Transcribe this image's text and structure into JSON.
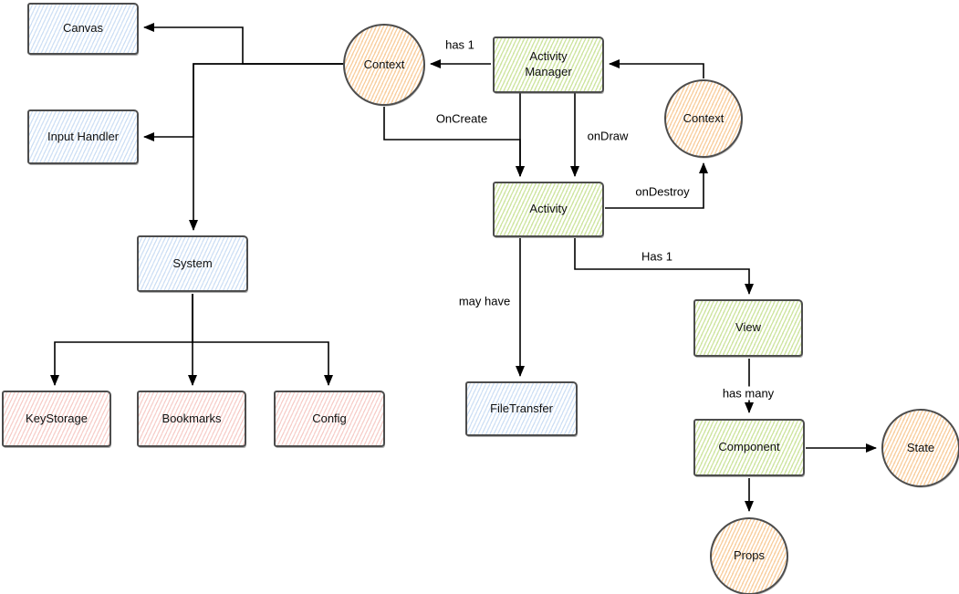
{
  "diagram": {
    "type": "flow-diagram-sketch-style",
    "colors": {
      "blue_fill": "#dae8fc",
      "green_fill": "#d5e8d4",
      "pink_fill": "#f8cecc",
      "orange_fill": "#ffe6cc",
      "shape_stroke": "#4d4d4d",
      "edge_stroke": "#000000",
      "background": "#ffffff"
    },
    "nodes": {
      "canvas": {
        "label": "Canvas",
        "shape": "rectangle",
        "color": "blue"
      },
      "input_handler": {
        "label": "Input Handler",
        "shape": "rectangle",
        "color": "blue"
      },
      "system": {
        "label": "System",
        "shape": "rectangle",
        "color": "blue"
      },
      "keystorage": {
        "label": "KeyStorage",
        "shape": "rectangle",
        "color": "pink"
      },
      "bookmarks": {
        "label": "Bookmarks",
        "shape": "rectangle",
        "color": "pink"
      },
      "config": {
        "label": "Config",
        "shape": "rectangle",
        "color": "pink"
      },
      "context_left": {
        "label": "Context",
        "shape": "circle",
        "color": "orange"
      },
      "activity_manager": {
        "label": "Activity Manager",
        "shape": "rectangle",
        "color": "green"
      },
      "context_right": {
        "label": "Context",
        "shape": "circle",
        "color": "orange"
      },
      "activity": {
        "label": "Activity",
        "shape": "rectangle",
        "color": "green"
      },
      "filetransfer": {
        "label": "FileTransfer",
        "shape": "rectangle",
        "color": "blue"
      },
      "view": {
        "label": "View",
        "shape": "rectangle",
        "color": "green"
      },
      "component": {
        "label": "Component",
        "shape": "rectangle",
        "color": "green"
      },
      "state": {
        "label": "State",
        "shape": "circle",
        "color": "orange"
      },
      "props": {
        "label": "Props",
        "shape": "circle",
        "color": "orange"
      }
    },
    "edges": {
      "context_to_canvas": {
        "from": "context_left",
        "to": "canvas",
        "label": ""
      },
      "context_to_input_handler": {
        "from": "context_left",
        "to": "input_handler",
        "label": ""
      },
      "context_to_system": {
        "from": "context_left",
        "to": "system",
        "label": ""
      },
      "system_to_keystorage": {
        "from": "system",
        "to": "keystorage",
        "label": ""
      },
      "system_to_bookmarks": {
        "from": "system",
        "to": "bookmarks",
        "label": ""
      },
      "system_to_config": {
        "from": "system",
        "to": "config",
        "label": ""
      },
      "am_to_context_left": {
        "from": "activity_manager",
        "to": "context_left",
        "label": "has 1"
      },
      "context_right_to_am": {
        "from": "context_right",
        "to": "activity_manager",
        "label": ""
      },
      "context_to_activity": {
        "from": "context_left",
        "to": "activity",
        "label": "OnCreate"
      },
      "am_to_activity": {
        "from": "activity_manager",
        "to": "activity",
        "label": ""
      },
      "am_to_activity_ondraw": {
        "from": "activity_manager",
        "to": "activity",
        "label": "onDraw"
      },
      "activity_to_context_right": {
        "from": "activity",
        "to": "context_right",
        "label": "onDestroy"
      },
      "activity_to_filetransfer": {
        "from": "activity",
        "to": "filetransfer",
        "label": "may have"
      },
      "activity_to_view": {
        "from": "activity",
        "to": "view",
        "label": "Has 1"
      },
      "view_to_component": {
        "from": "view",
        "to": "component",
        "label": "has many"
      },
      "component_to_state": {
        "from": "component",
        "to": "state",
        "label": ""
      },
      "component_to_props": {
        "from": "component",
        "to": "props",
        "label": ""
      }
    }
  }
}
